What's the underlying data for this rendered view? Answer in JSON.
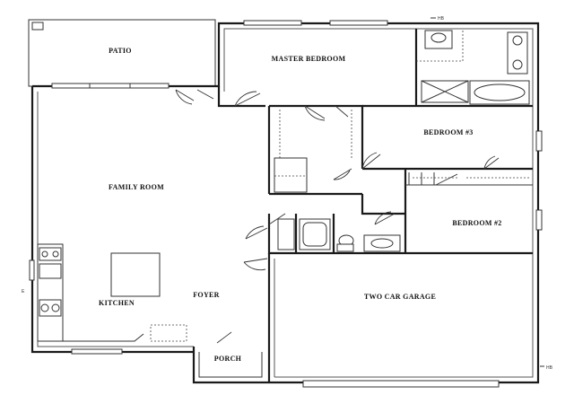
{
  "rooms": {
    "patio": "PATIO",
    "master_bedroom": "MASTER BEDROOM",
    "bedroom_3": "BEDROOM #3",
    "bedroom_2": "BEDROOM #2",
    "family_room": "FAMILY ROOM",
    "kitchen": "KITCHEN",
    "foyer": "FOYER",
    "garage": "TWO CAR GARAGE",
    "porch": "PORCH"
  },
  "markers": {
    "top_right": "HB",
    "bottom_right": "HB",
    "left_side": "E"
  }
}
